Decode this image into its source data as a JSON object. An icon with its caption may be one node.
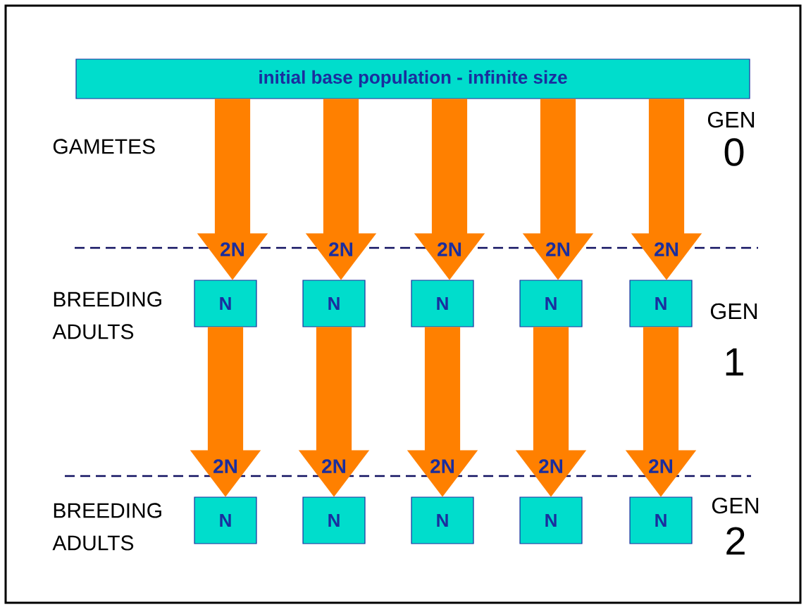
{
  "diagram": {
    "nodes": [
      {
        "text": [
          "initial base population  -  infinite size"
        ]
      },
      {
        "text": [
          "N"
        ]
      },
      {
        "text": [
          "N"
        ]
      },
      {
        "text": [
          "N"
        ]
      },
      {
        "text": [
          "N"
        ]
      },
      {
        "text": [
          "N"
        ]
      },
      {
        "text": [
          "N"
        ]
      },
      {
        "text": [
          "N"
        ]
      },
      {
        "text": [
          "N"
        ]
      },
      {
        "text": [
          "N"
        ]
      },
      {
        "text": [
          "N"
        ]
      }
    ],
    "edges": [
      {
        "from": 0,
        "to": 1,
        "arrow": "to",
        "label": "2N"
      },
      {
        "from": 0,
        "to": 2,
        "arrow": "to",
        "label": "2N"
      },
      {
        "from": 0,
        "to": 3,
        "arrow": "to",
        "label": "2N"
      },
      {
        "from": 0,
        "to": 4,
        "arrow": "to",
        "label": "2N"
      },
      {
        "from": 0,
        "to": 5,
        "arrow": "to",
        "label": "2N"
      },
      {
        "from": 1,
        "to": 6,
        "arrow": "to",
        "label": "2N"
      },
      {
        "from": 2,
        "to": 7,
        "arrow": "to",
        "label": "2N"
      },
      {
        "from": 3,
        "to": 8,
        "arrow": "to",
        "label": "2N"
      },
      {
        "from": 4,
        "to": 9,
        "arrow": "to",
        "label": "2N"
      },
      {
        "from": 5,
        "to": 10,
        "arrow": "to",
        "label": "2N"
      }
    ],
    "labels": [
      "GAMETES",
      "GEN",
      "0",
      "BREEDING ADULTS",
      "GEN",
      "1",
      "BREEDING ADULTS",
      "GEN",
      "2"
    ]
  }
}
